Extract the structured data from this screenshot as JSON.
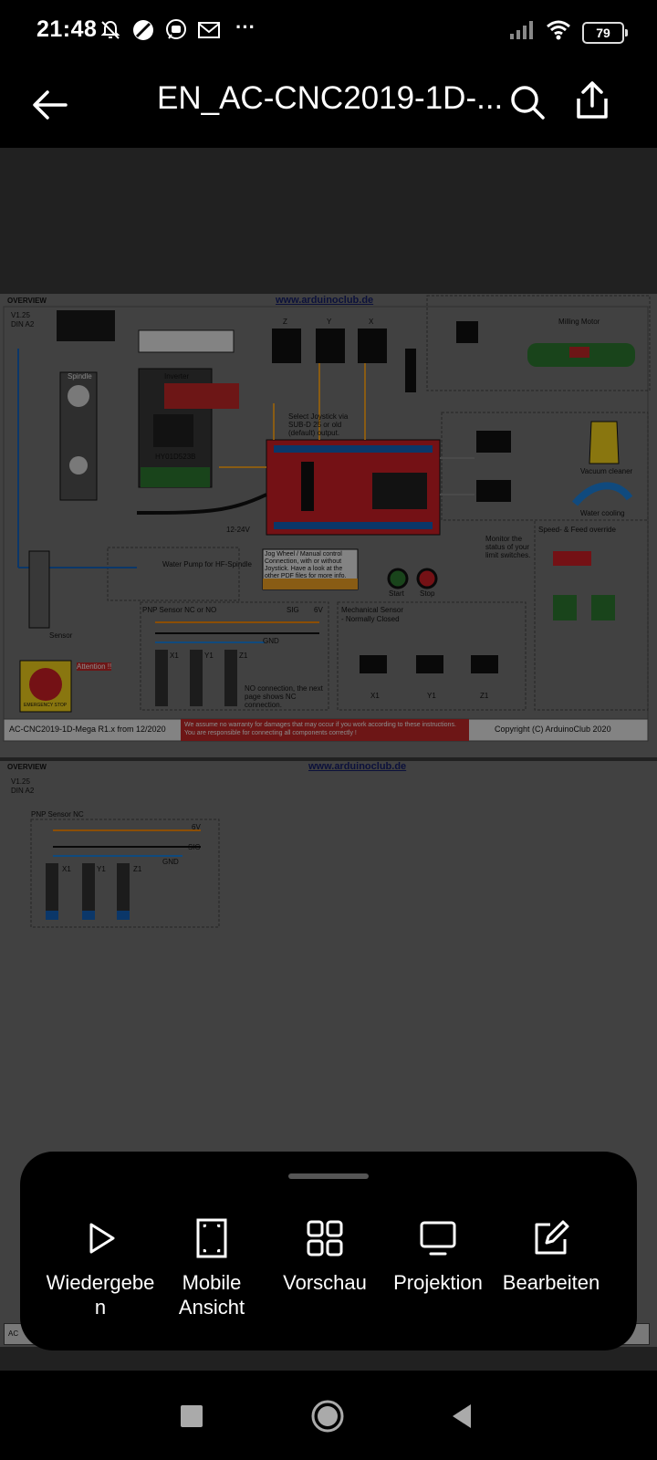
{
  "status_bar": {
    "time": "21:48",
    "battery": "79",
    "icons": [
      "mute-icon",
      "no-disturb-icon",
      "chat-icon",
      "mail-icon",
      "more-dots-icon",
      "signal-icon",
      "wifi-icon",
      "battery-icon"
    ],
    "more": "···"
  },
  "app_bar": {
    "title": "EN_AC-CNC2019-1D-..."
  },
  "document": {
    "page1": {
      "overview": "OVERVIEW",
      "link": "www.arduinoclub.de",
      "version": "V1.25",
      "format": "DIN A2",
      "label_inverter": "Inverter",
      "label_inverter_model": "HY01D523B",
      "label_spindle": "Spindle",
      "label_hf_spindle": "HF-Spindle",
      "label_milling_motor": "Milling Motor",
      "label_vacuum": "Vacuum cleaner",
      "label_water_cooling": "Water cooling",
      "label_water_pump": "Water Pump for HF-Spindle",
      "label_voltage": "12-24V",
      "label_pnp": "PNP Sensor NC or NO",
      "label_mech": "Mechanical Sensor",
      "label_mech_sub": "- Normally Closed",
      "label_speed_feed": "Speed- & Feed override",
      "label_monitor": "Monitor the status of your limit switches.",
      "label_joystick": "Select Joystick via SUB-D 25 or old (default) output.",
      "label_jog": "Jog Wheel / Manual control Connection, with or without Joystick. Have a look at the other PDF files for more info.",
      "label_emergency": "EMERGENCY STOP",
      "label_attention": "Attention !!",
      "label_sensor": "Sensor",
      "label_gnd": "GND",
      "label_sig": "SIG",
      "label_6v": "6V",
      "label_start": "Start",
      "label_stop": "Stop",
      "label_nc_connection": "NO connection, the next page shows NC connection.",
      "axes": [
        "Z",
        "Y",
        "X"
      ],
      "sensor_axes": [
        "X1",
        "Y1",
        "Z1"
      ],
      "footer_left": "AC-CNC2019-1D-Mega R1.x from 12/2020",
      "footer_warning": "We assume no warranty for damages that may occur if you work according to these instructions. You are responsible for connecting all components correctly !",
      "footer_right": "Copyright (C) ArduinoClub 2020"
    },
    "page2": {
      "overview": "OVERVIEW",
      "link": "www.arduinoclub.de",
      "version": "V1.25",
      "format": "DIN A2",
      "label_pnp_nc": "PNP Sensor NC",
      "label_6v": "6V",
      "label_sig": "SIG",
      "label_gnd": "GND",
      "sensor_axes": [
        "X1",
        "Y1",
        "Z1"
      ]
    },
    "page3": {
      "footer_left": "AC"
    }
  },
  "action_panel": {
    "actions": [
      {
        "label": "Wiedergebe\nn",
        "icon": "play-icon"
      },
      {
        "label": "Mobile\nAnsicht",
        "icon": "mobile-view-icon"
      },
      {
        "label": "Vorschau",
        "icon": "grid-preview-icon"
      },
      {
        "label": "Projektion",
        "icon": "monitor-icon"
      },
      {
        "label": "Bearbeiten",
        "icon": "edit-icon"
      }
    ]
  },
  "nav_bar": {
    "buttons": [
      "recents-icon",
      "home-icon",
      "back-icon"
    ]
  },
  "colors": {
    "background": "#000000",
    "viewer": "#3c3c3c",
    "board_red": "#d32027",
    "link": "#141e6a"
  }
}
